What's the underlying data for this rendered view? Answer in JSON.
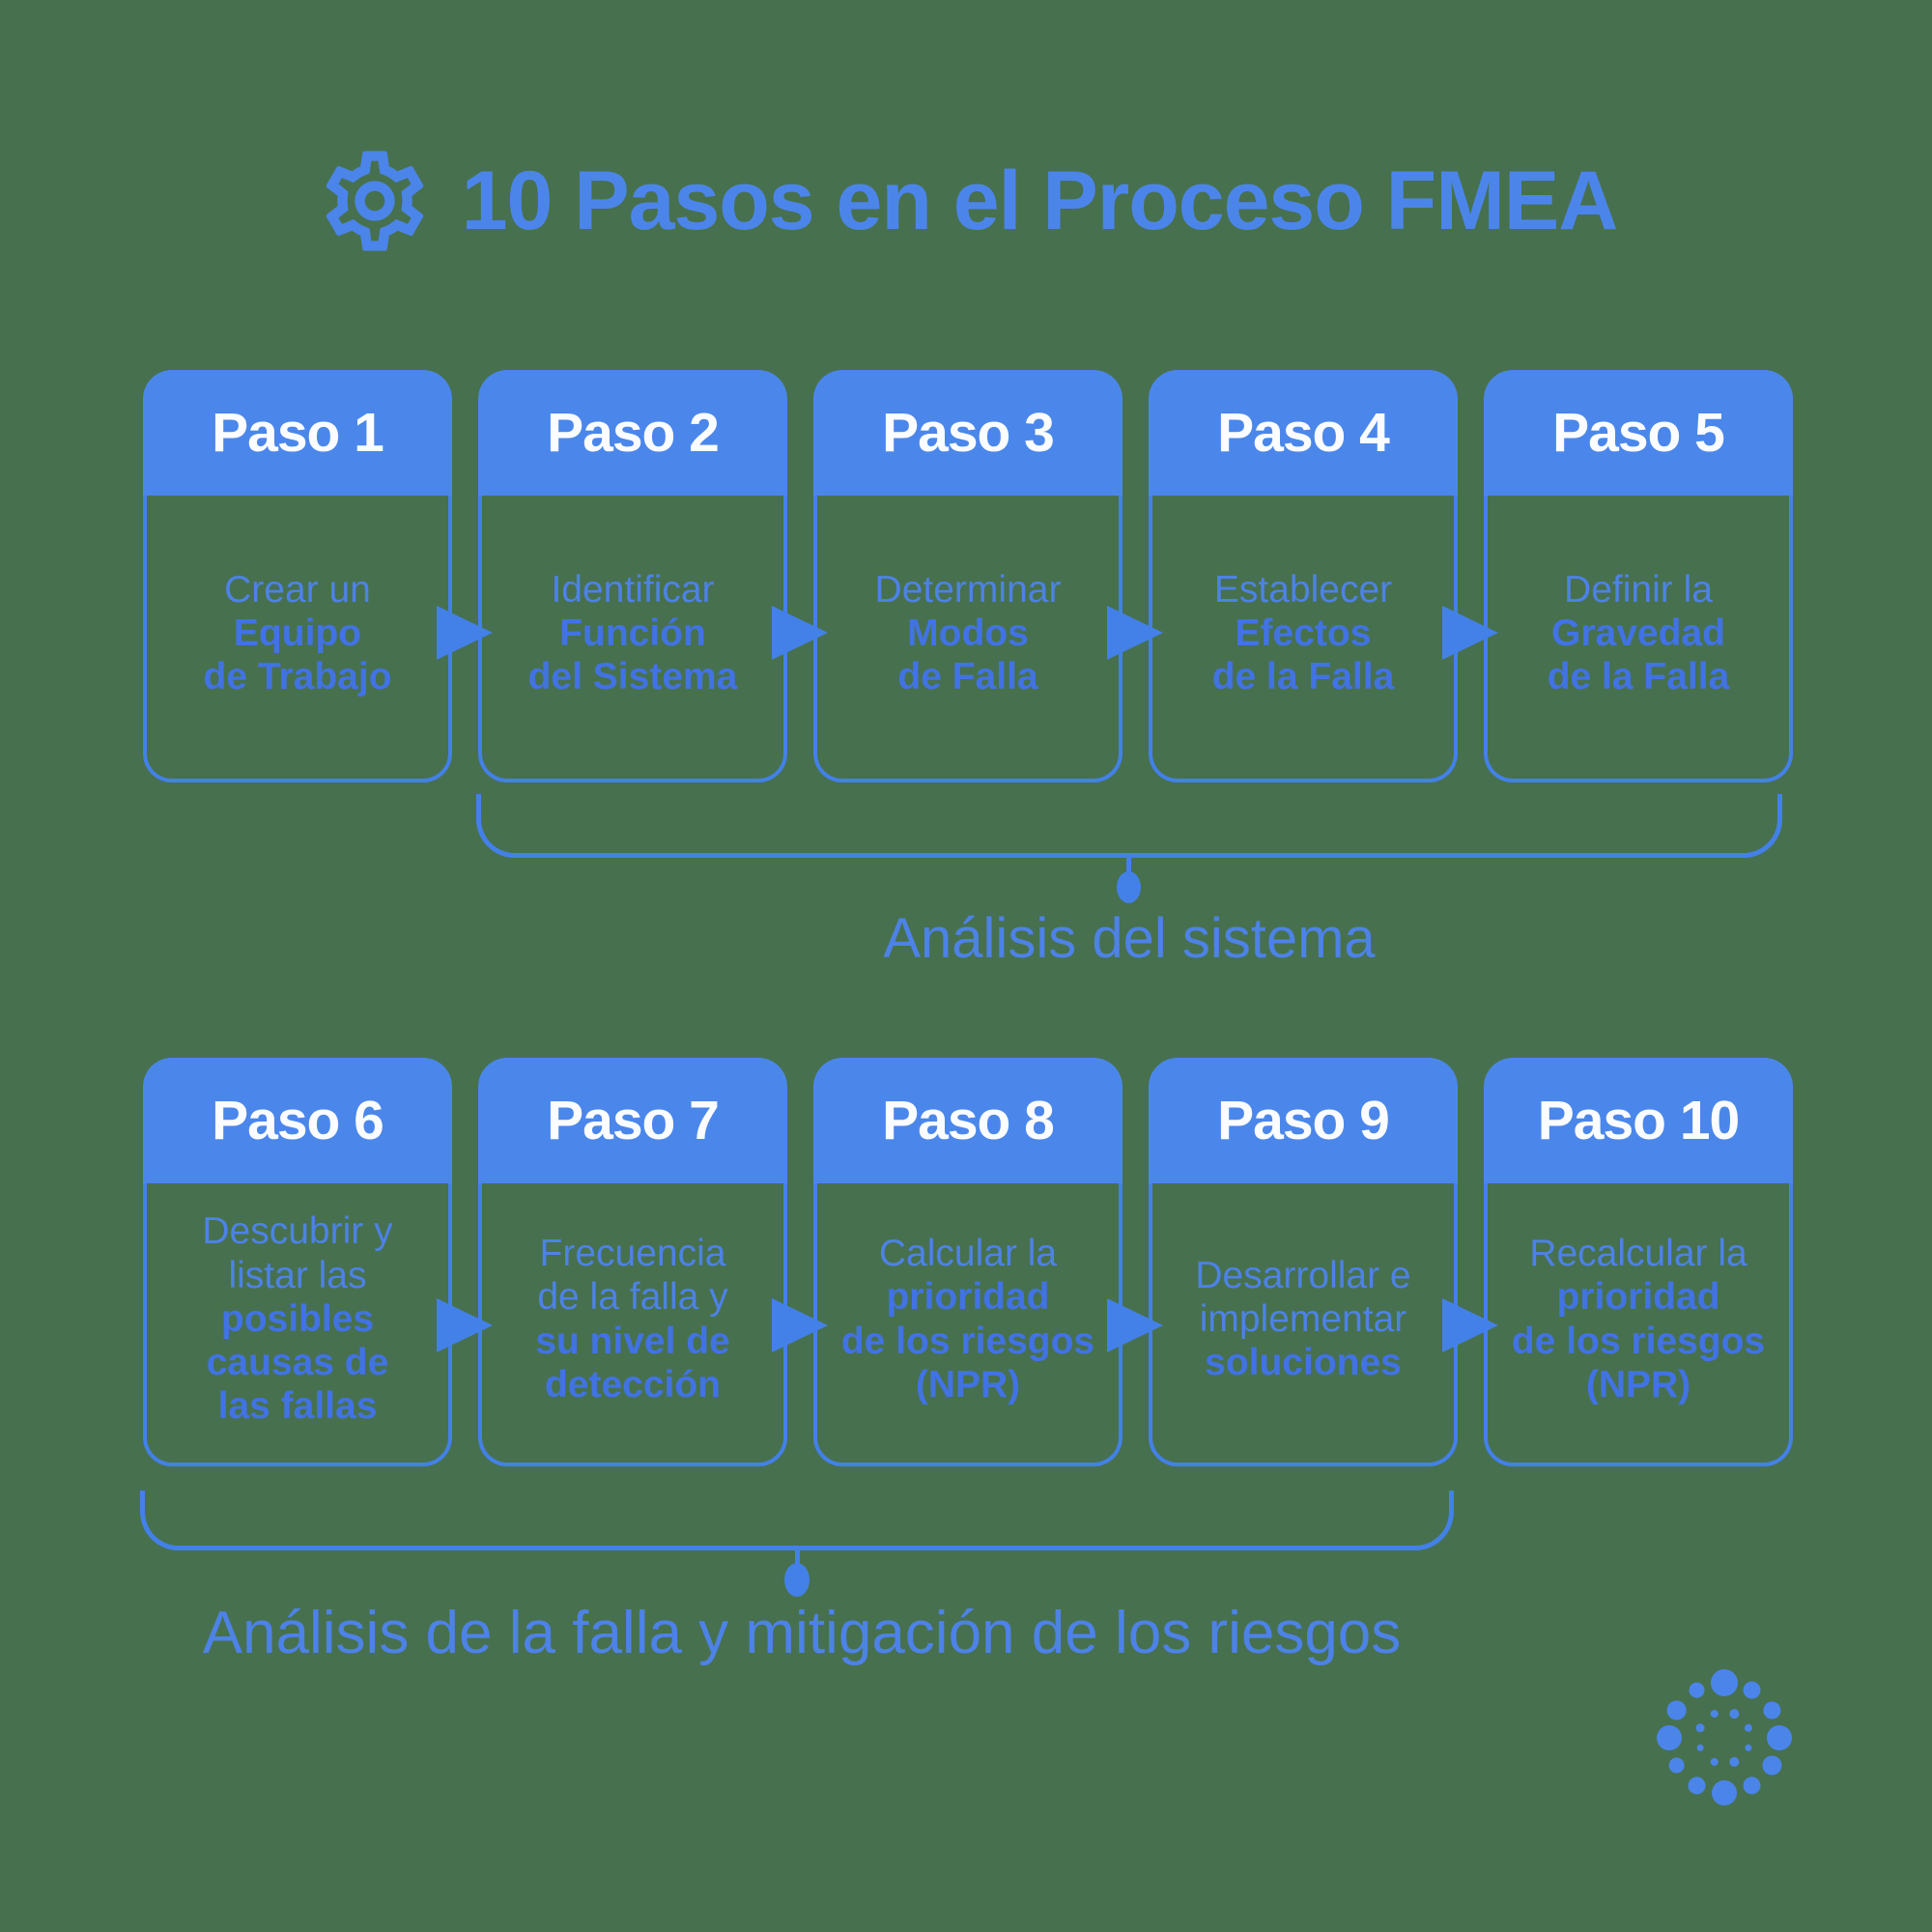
{
  "colors": {
    "background": "#47704F",
    "accent": "#4381E8",
    "header_fill": "#4B87EB",
    "header_text": "#FAFCFF",
    "text_regular": "#4D82E6",
    "text_bold": "#4173E4",
    "title": "#4C85EA"
  },
  "title": {
    "text": "10 Pasos en el Proceso FMEA"
  },
  "steps": [
    {
      "label": "Paso 1",
      "regular": "Crear un",
      "bold": "Equipo\nde Trabajo"
    },
    {
      "label": "Paso 2",
      "regular": "Identificar",
      "bold": "Función\ndel Sistema"
    },
    {
      "label": "Paso 3",
      "regular": "Determinar",
      "bold": "Modos\nde Falla"
    },
    {
      "label": "Paso 4",
      "regular": "Establecer",
      "bold": "Efectos\nde la Falla"
    },
    {
      "label": "Paso 5",
      "regular": "Definir la",
      "bold": "Gravedad\nde la Falla"
    },
    {
      "label": "Paso 6",
      "regular": "Descubrir y\nlistar las",
      "bold": "posibles\ncausas de\nlas fallas"
    },
    {
      "label": "Paso 7",
      "regular": "Frecuencia\nde la falla y",
      "bold": "su nivel de\ndetección"
    },
    {
      "label": "Paso 8",
      "regular": "Calcular la",
      "bold": "prioridad\nde los riesgos\n(NPR)"
    },
    {
      "label": "Paso 9",
      "regular": "Desarrollar e\nimplementar",
      "bold": "soluciones"
    },
    {
      "label": "Paso 10",
      "regular": "Recalcular la",
      "bold": "prioridad\nde los riesgos\n(NPR)"
    }
  ],
  "groups": [
    {
      "label": "Análisis del sistema"
    },
    {
      "label": "Análisis de la falla y mitigación de los riesgos"
    }
  ]
}
